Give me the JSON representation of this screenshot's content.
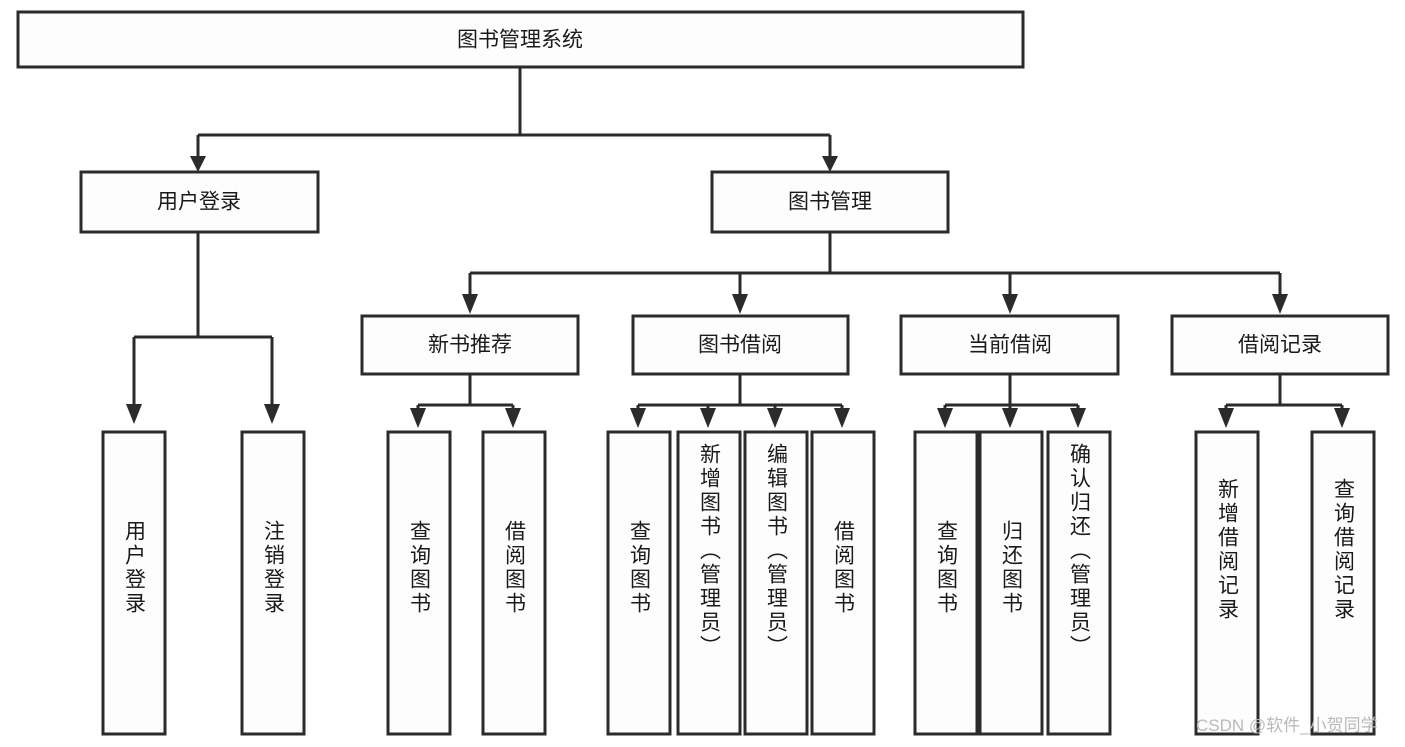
{
  "diagram": {
    "title": "图书管理系统",
    "type": "tree-hierarchy-chart",
    "orientation": "top-down",
    "colors": {
      "border": "#2b2b2b",
      "box_fill": "#fdfdfd",
      "text": "#1a1a1a",
      "background": "#ffffff",
      "watermark": "#b9b9b9"
    },
    "root": {
      "label": "图书管理系统"
    },
    "level1": [
      {
        "id": "user-login",
        "label": "用户登录"
      },
      {
        "id": "book-management",
        "label": "图书管理"
      }
    ],
    "level2": [
      {
        "id": "new-book-recommend",
        "label": "新书推荐",
        "parent": "book-management"
      },
      {
        "id": "book-borrow",
        "label": "图书借阅",
        "parent": "book-management"
      },
      {
        "id": "current-borrow",
        "label": "当前借阅",
        "parent": "book-management"
      },
      {
        "id": "borrow-record",
        "label": "借阅记录",
        "parent": "book-management"
      }
    ],
    "leaves": {
      "user-login": [
        {
          "id": "leaf-user-login",
          "label": "用户登录"
        },
        {
          "id": "leaf-logout-login",
          "label": "注销登录"
        }
      ],
      "new-book-recommend": [
        {
          "id": "leaf-query-book-1",
          "label": "查询图书"
        },
        {
          "id": "leaf-borrow-book-1",
          "label": "借阅图书"
        }
      ],
      "book-borrow": [
        {
          "id": "leaf-query-book-2",
          "label": "查询图书"
        },
        {
          "id": "leaf-add-book-admin",
          "label": "新增图书（管理员）"
        },
        {
          "id": "leaf-edit-book-admin",
          "label": "编辑图书（管理员）"
        },
        {
          "id": "leaf-borrow-book-2",
          "label": "借阅图书"
        }
      ],
      "current-borrow": [
        {
          "id": "leaf-query-book-3",
          "label": "查询图书"
        },
        {
          "id": "leaf-return-book",
          "label": "归还图书"
        },
        {
          "id": "leaf-confirm-return-admin",
          "label": "确认归还（管理员）"
        }
      ],
      "borrow-record": [
        {
          "id": "leaf-add-borrow-record",
          "label": "新增借阅记录"
        },
        {
          "id": "leaf-query-borrow-record",
          "label": "查询借阅记录"
        }
      ]
    }
  },
  "watermark": {
    "text": "CSDN @软件_小贺同学"
  }
}
